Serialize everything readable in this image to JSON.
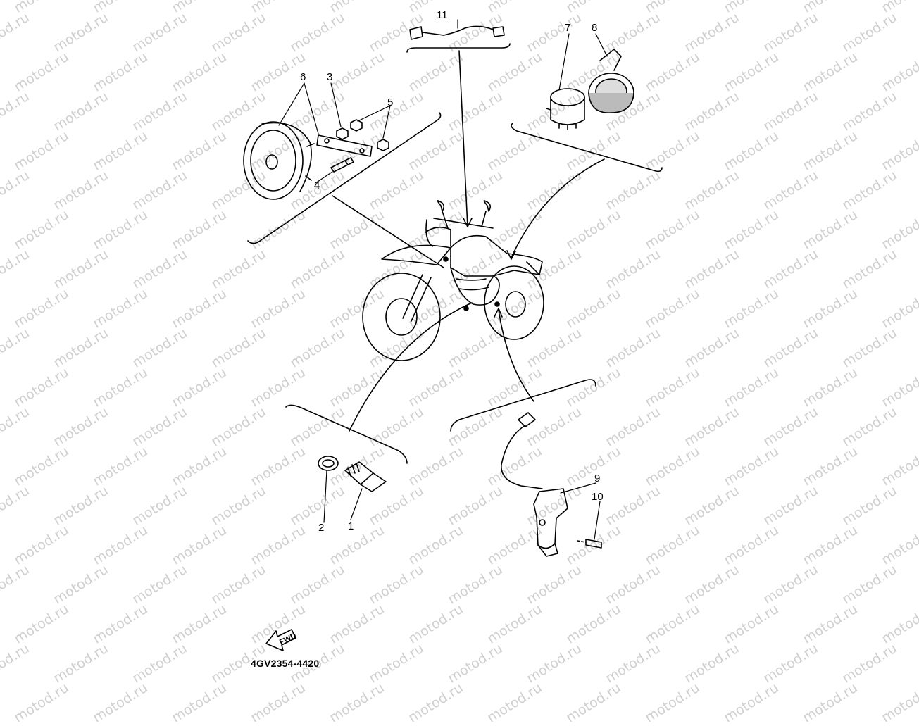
{
  "watermark": {
    "text": "motod.ru",
    "color": "#cfcfcf"
  },
  "diagram": {
    "part_code": "4GV2354-4420",
    "fwd_label": "FWD",
    "line_color": "#000000",
    "background": "#ffffff",
    "callouts": [
      {
        "id": "callout-1",
        "label": "1"
      },
      {
        "id": "callout-2",
        "label": "2"
      },
      {
        "id": "callout-3",
        "label": "3"
      },
      {
        "id": "callout-4",
        "label": "4"
      },
      {
        "id": "callout-5",
        "label": "5"
      },
      {
        "id": "callout-6",
        "label": "6"
      },
      {
        "id": "callout-7",
        "label": "7"
      },
      {
        "id": "callout-8",
        "label": "8"
      },
      {
        "id": "callout-9",
        "label": "9"
      },
      {
        "id": "callout-10",
        "label": "10"
      },
      {
        "id": "callout-11",
        "label": "11"
      }
    ],
    "parts": [
      {
        "callout": "1",
        "name": "neutral-switch"
      },
      {
        "callout": "2",
        "name": "gasket"
      },
      {
        "callout": "3",
        "name": "nut"
      },
      {
        "callout": "4",
        "name": "bolt"
      },
      {
        "callout": "5",
        "name": "nut"
      },
      {
        "callout": "6",
        "name": "horn"
      },
      {
        "callout": "7",
        "name": "flasher-relay"
      },
      {
        "callout": "8",
        "name": "band"
      },
      {
        "callout": "9",
        "name": "sensor"
      },
      {
        "callout": "10",
        "name": "screw"
      },
      {
        "callout": "11",
        "name": "lead-wire"
      }
    ]
  }
}
